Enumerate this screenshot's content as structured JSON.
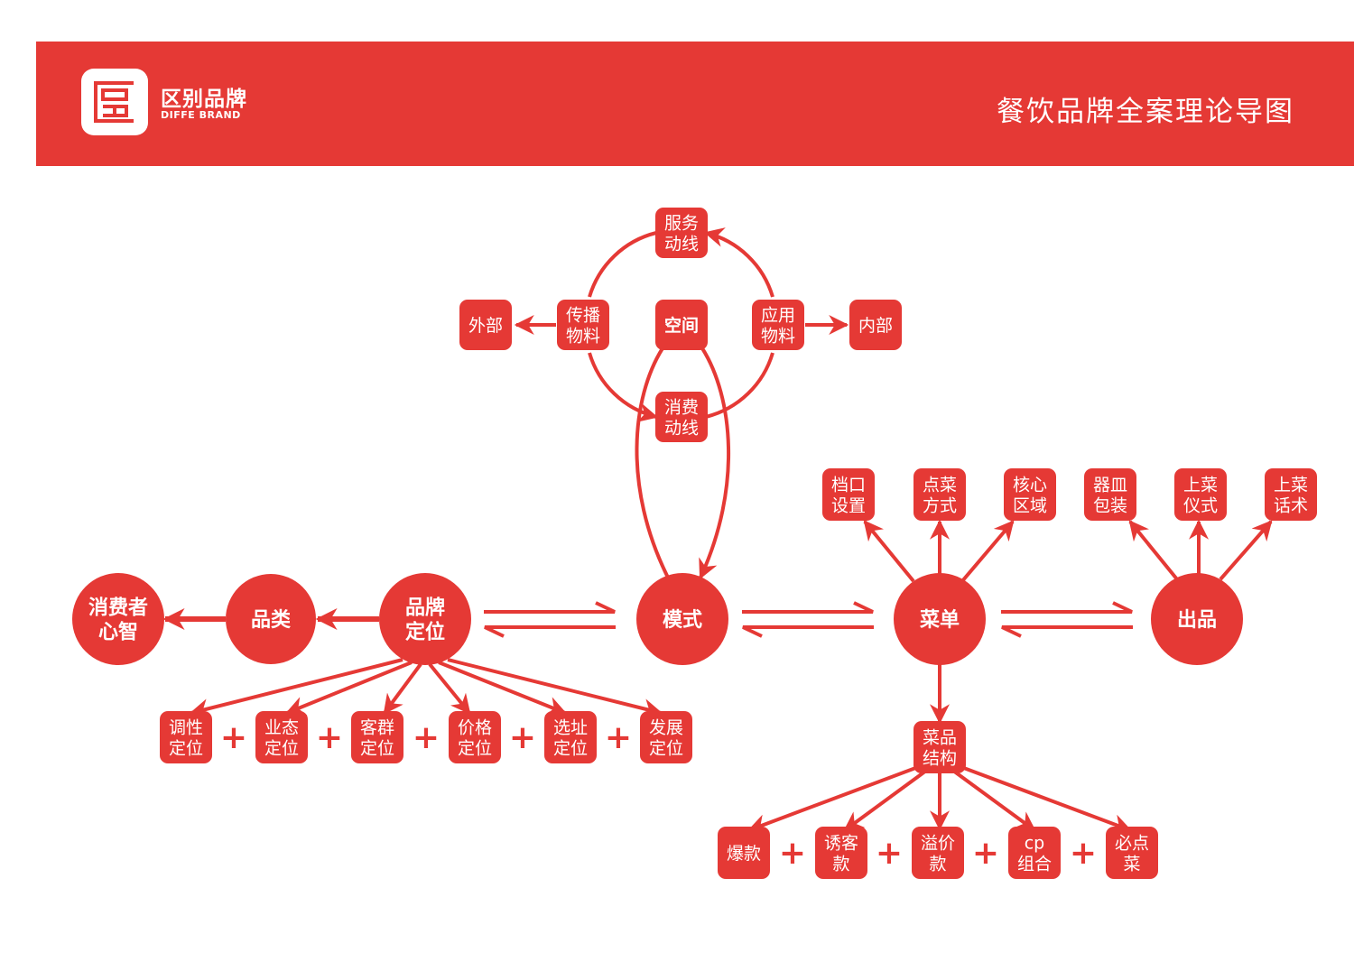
{
  "header": {
    "logo_name": "区别品牌",
    "logo_sub": "DIFFE BRAND",
    "title": "餐饮品牌全案理论导图"
  },
  "colors": {
    "brand": "#e53935",
    "text": "#ffffff"
  },
  "plus_sign": "+",
  "nodes": {
    "consumer": [
      "消费者",
      "心智"
    ],
    "category": [
      "品类"
    ],
    "positioning": [
      "品牌",
      "定位"
    ],
    "model": [
      "模式"
    ],
    "menu": [
      "菜单"
    ],
    "output": [
      "出品"
    ],
    "space": [
      "空间"
    ],
    "service_flow": [
      "服务",
      "动线"
    ],
    "consume_flow": [
      "消费",
      "动线"
    ],
    "promo_material": [
      "传播",
      "物料"
    ],
    "app_material": [
      "应用",
      "物料"
    ],
    "external": [
      "外部"
    ],
    "internal": [
      "内部"
    ],
    "stall": [
      "档口",
      "设置"
    ],
    "order_mode": [
      "点菜",
      "方式"
    ],
    "core_area": [
      "核心",
      "区域"
    ],
    "dish_structure": [
      "菜品",
      "结构"
    ],
    "tableware": [
      "器皿",
      "包装"
    ],
    "serve_ritual": [
      "上菜",
      "仪式"
    ],
    "serve_speech": [
      "上菜",
      "话术"
    ],
    "tone": [
      "调性",
      "定位"
    ],
    "format": [
      "业态",
      "定位"
    ],
    "customer": [
      "客群",
      "定位"
    ],
    "price": [
      "价格",
      "定位"
    ],
    "site": [
      "选址",
      "定位"
    ],
    "develop": [
      "发展",
      "定位"
    ],
    "hit": [
      "爆款"
    ],
    "lure": [
      "诱客",
      "款"
    ],
    "premium": [
      "溢价",
      "款"
    ],
    "cp": [
      "cp",
      "组合"
    ],
    "must": [
      "必点",
      "菜"
    ]
  }
}
